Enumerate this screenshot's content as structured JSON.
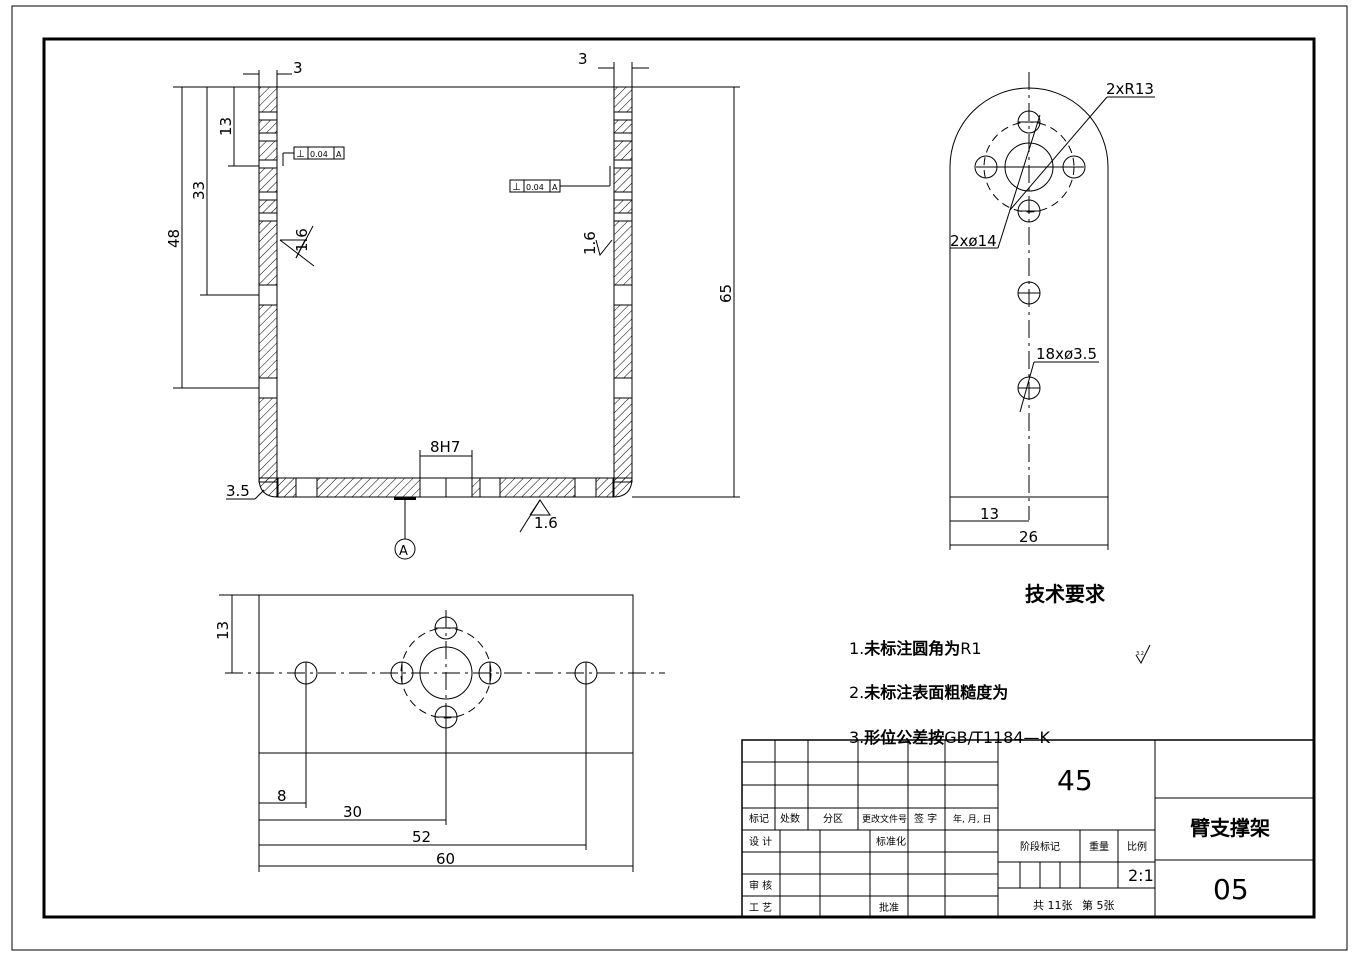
{
  "front_view": {
    "dims": {
      "thickness_left": "3",
      "thickness_right": "3",
      "hole_13": "13",
      "hole_33": "33",
      "hole_48": "48",
      "height_65": "65",
      "bend_radius": "3.5",
      "slot": "8H7"
    },
    "roughness_left": "1.6",
    "roughness_right": "1.6",
    "roughness_bottom": "1.6",
    "tolerance_left": {
      "symbol": "⊥",
      "value": "0.04",
      "datum": "A"
    },
    "tolerance_right": {
      "symbol": "⊥",
      "value": "0.04",
      "datum": "A"
    },
    "datum_label": "A"
  },
  "side_view": {
    "dims": {
      "radius": "2xR13",
      "large_holes": "2xø14",
      "small_holes": "18xø3.5",
      "half_width": "13",
      "width": "26"
    }
  },
  "bottom_view": {
    "dims": {
      "offset_13": "13",
      "d8": "8",
      "d30": "30",
      "d52": "52",
      "d60": "60"
    }
  },
  "tech_requirements": {
    "title": "技术要求",
    "items": [
      {
        "num": "1.",
        "bold": "未标注圆角为",
        "rest": "R1"
      },
      {
        "num": "2.",
        "bold": "未标注表面粗糙度为",
        "rest": ""
      },
      {
        "num": "3.",
        "bold": "形位公差按",
        "rest": "GB/T1184—K"
      }
    ],
    "roughness_symbol_value": "3.2"
  },
  "title_block": {
    "material": "45",
    "part_name": "臂支撑架",
    "drawing_no": "05",
    "headers": [
      "标记",
      "处数",
      "分区",
      "更改文件号",
      "签 字",
      "年, 月, 日"
    ],
    "design": "设 计",
    "standardize": "标准化",
    "review": "审 核",
    "process": "工 艺",
    "approve": "批准",
    "stage_mark": "阶段标记",
    "weight": "重量",
    "scale_label": "比例",
    "scale": "2:1",
    "sheets_total": "共 11张",
    "sheet_no": "第 5张"
  }
}
